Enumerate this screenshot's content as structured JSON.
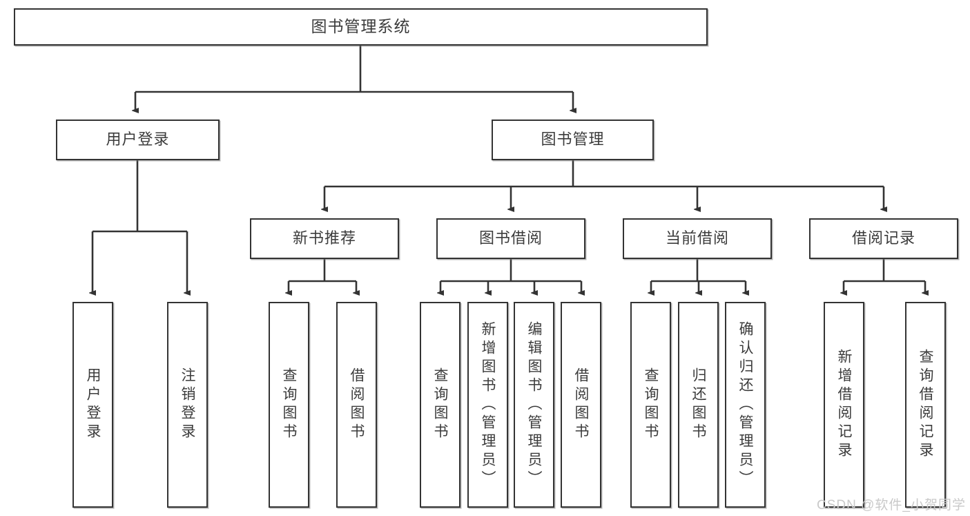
{
  "diagram": {
    "title_node": {
      "label": "图书管理系统"
    },
    "level1": [
      {
        "label": "用户登录"
      },
      {
        "label": "图书管理"
      }
    ],
    "level2": [
      {
        "label": "新书推荐"
      },
      {
        "label": "图书借阅"
      },
      {
        "label": "当前借阅"
      },
      {
        "label": "借阅记录"
      }
    ],
    "leaves": {
      "user_login": [
        {
          "label": "用户登录"
        },
        {
          "label": "注销登录"
        }
      ],
      "new_book_recommend": [
        {
          "label": "查询图书"
        },
        {
          "label": "借阅图书"
        }
      ],
      "book_borrow": [
        {
          "label": "查询图书"
        },
        {
          "label": "新增图书（管理员）"
        },
        {
          "label": "编辑图书（管理员）"
        },
        {
          "label": "借阅图书"
        }
      ],
      "current_borrow": [
        {
          "label": "查询图书"
        },
        {
          "label": "归还图书"
        },
        {
          "label": "确认归还（管理员）"
        }
      ],
      "borrow_record": [
        {
          "label": "新增借阅记录"
        },
        {
          "label": "查询借阅记录"
        }
      ]
    }
  },
  "watermark": {
    "text": "CSDN @软件_小贺同学"
  },
  "colors": {
    "stroke": "#333333",
    "text": "#3b3b3b",
    "background": "#ffffff",
    "watermark": "#c9c9c9"
  }
}
